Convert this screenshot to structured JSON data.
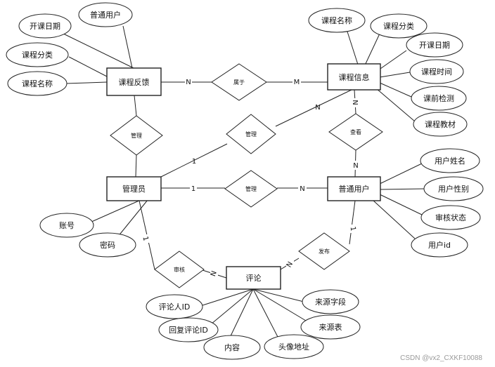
{
  "entities": {
    "course_feedback": "课程反馈",
    "course_info": "课程信息",
    "admin": "管理员",
    "normal_user": "普通用户",
    "comment": "评论"
  },
  "relationships": {
    "belongs_to": "属于",
    "manage_feedback": "管理",
    "manage_info": "管理",
    "manage_user": "管理",
    "browse": "查看",
    "review": "审核",
    "publish": "发布"
  },
  "attributes": {
    "feedback_start_date": "开课日期",
    "feedback_normal_user": "普通用户",
    "feedback_category": "课程分类",
    "feedback_name": "课程名称",
    "info_name": "课程名称",
    "info_category": "课程分类",
    "info_start_date": "开课日期",
    "info_time": "课程时间",
    "info_pretest": "课前检测",
    "info_textbook": "课程教材",
    "user_name": "用户姓名",
    "user_gender": "用户性别",
    "user_review_status": "审核状态",
    "user_id": "用户id",
    "admin_account": "账号",
    "admin_password": "密码",
    "comment_commenter_id": "评论人ID",
    "comment_reply_id": "回复评论ID",
    "comment_content": "内容",
    "comment_avatar": "头像地址",
    "comment_source_field": "来源字段",
    "comment_source_table": "来源表"
  },
  "cardinalities": {
    "feedback_belongs": "N",
    "info_belongs": "M",
    "admin_manage_info": "1",
    "info_manage_admin": "N",
    "info_browse": "N",
    "user_browse": "N",
    "admin_manage_user": "1",
    "user_manage_admin": "N",
    "admin_review": "1",
    "comment_review": "N",
    "comment_publish": "N",
    "user_publish": "1"
  },
  "watermark": "CSDN @vx2_CXKF10088"
}
